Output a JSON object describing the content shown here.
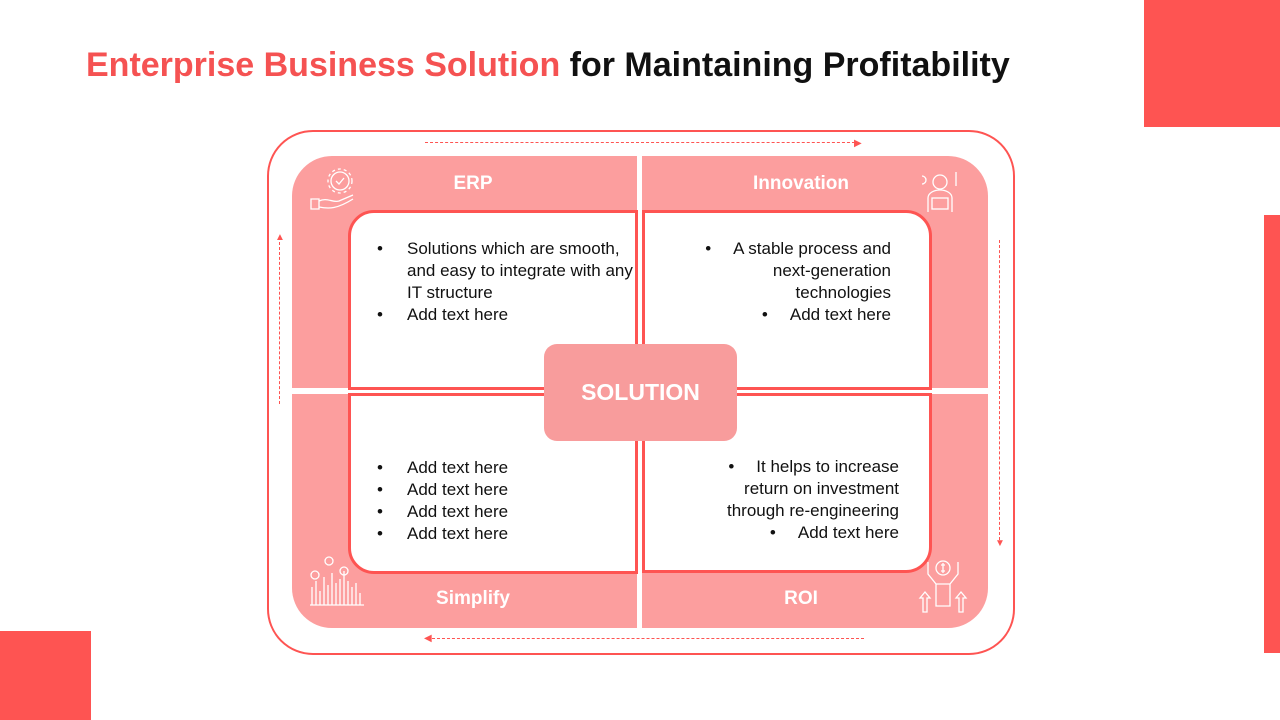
{
  "title": {
    "highlight": "Enterprise Business Solution",
    "rest": " for Maintaining Profitability"
  },
  "center": "SOLUTION",
  "quadrants": {
    "erp": {
      "label": "ERP",
      "items": [
        "Solutions which are smooth, and easy to integrate with any IT structure",
        "Add text here"
      ]
    },
    "innovation": {
      "label": "Innovation",
      "items": [
        "A stable process and next-generation technologies",
        "Add text here"
      ]
    },
    "simplify": {
      "label": "Simplify",
      "items": [
        "Add text here",
        "Add text here",
        "Add text here",
        "Add text here"
      ]
    },
    "roi": {
      "label": "ROI",
      "items": [
        "It helps to increase return on investment through re-engineering",
        "Add text here"
      ]
    }
  },
  "colors": {
    "accent": "#fe5452",
    "pink": "#fc9e9e"
  }
}
